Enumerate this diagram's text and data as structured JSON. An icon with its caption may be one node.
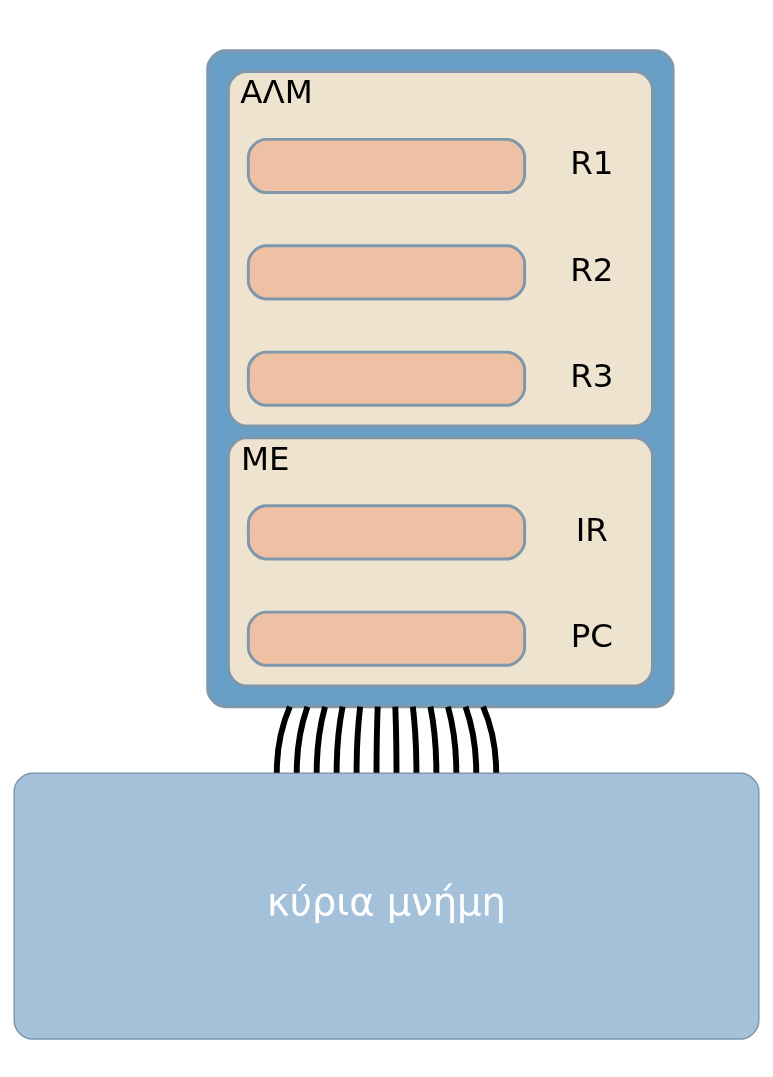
{
  "diagram": {
    "nodes": [
      {
        "text": [],
        "shape": "box"
      },
      {
        "text": [
          "ΑΛΜ"
        ],
        "in": 0
      },
      {
        "text": [],
        "shape": "box",
        "in": 1,
        "beside": [
          "R1"
        ]
      },
      {
        "text": [],
        "shape": "box",
        "in": 1,
        "beside": [
          "R2"
        ]
      },
      {
        "text": [],
        "shape": "box",
        "in": 1,
        "beside": [
          "R3"
        ]
      },
      {
        "text": [
          "ME"
        ],
        "in": 0
      },
      {
        "text": [],
        "shape": "box",
        "in": 5,
        "beside": [
          "IR"
        ]
      },
      {
        "text": [],
        "shape": "box",
        "in": 5,
        "beside": [
          "PC"
        ]
      },
      {
        "text": [
          "κύρια μνήμη"
        ]
      }
    ],
    "edges": [
      {
        "from": 0,
        "to": 8,
        "arrow": "none"
      },
      {
        "from": 0,
        "to": 8,
        "arrow": "none"
      },
      {
        "from": 0,
        "to": 8,
        "arrow": "none"
      },
      {
        "from": 0,
        "to": 8,
        "arrow": "none"
      },
      {
        "from": 0,
        "to": 8,
        "arrow": "none"
      },
      {
        "from": 0,
        "to": 8,
        "arrow": "none"
      },
      {
        "from": 0,
        "to": 8,
        "arrow": "none"
      },
      {
        "from": 0,
        "to": 8,
        "arrow": "none"
      },
      {
        "from": 0,
        "to": 8,
        "arrow": "none"
      },
      {
        "from": 0,
        "to": 8,
        "arrow": "none"
      },
      {
        "from": 0,
        "to": 8,
        "arrow": "none"
      },
      {
        "from": 0,
        "to": 8,
        "arrow": "none"
      }
    ]
  }
}
